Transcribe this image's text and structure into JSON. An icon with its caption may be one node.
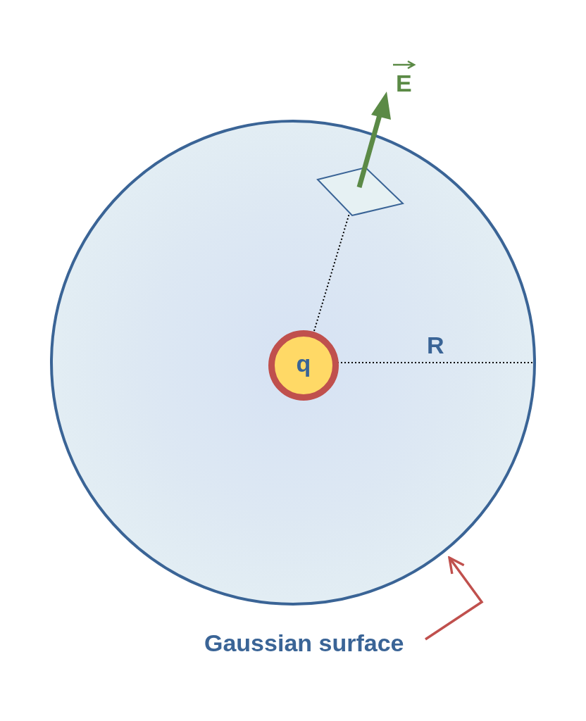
{
  "diagram": {
    "nodes": [
      {
        "text": [],
        "shape": "circle"
      },
      {
        "text": [],
        "shape": "box",
        "in": 0
      },
      {
        "text": [
          "q"
        ],
        "in": 0
      },
      {
        "text": [
          "Gaussian surface"
        ]
      }
    ],
    "edges": [
      {
        "from": 2,
        "to": 1,
        "arrow": "none",
        "style": "dashed"
      },
      {
        "from": 3,
        "to": 0,
        "arrow": "to",
        "color": "#c0504d"
      }
    ],
    "labels": [
      "E",
      "R"
    ]
  }
}
